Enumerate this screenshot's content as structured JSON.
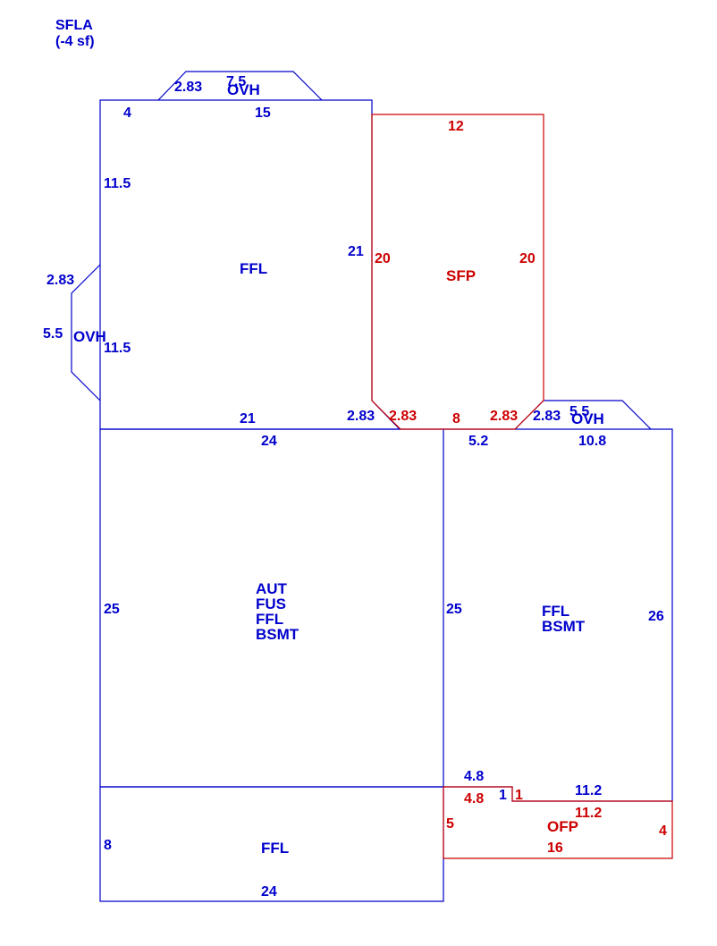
{
  "header": {
    "title": "SFLA",
    "subtitle": "(-4 sf)"
  },
  "colors": {
    "primary_line": "#0000cc",
    "secondary_line": "#cc0000"
  },
  "areas": {
    "ffl_upper": "FFL",
    "sfp": "SFP",
    "main_lines": [
      "AUT",
      "FUS",
      "FFL",
      "BSMT"
    ],
    "right_lines": [
      "FFL",
      "BSMT"
    ],
    "ffl_lower": "FFL",
    "ofp": "OFP",
    "ovh_top": "OVH",
    "ovh_left": "OVH",
    "ovh_right": "OVH"
  },
  "dimensions": {
    "ovh_top_diag": "2.83",
    "ovh_top_len": "7.5",
    "ffl_top_left": "4",
    "ffl_top": "15",
    "ffl_left_upper": "11.5",
    "ffl_left_lower": "11.5",
    "ovh_left_diag": "2.83",
    "ovh_left_len": "5.5",
    "ffl_right": "21",
    "ffl_bottom": "21",
    "ffl_bottom_right_diag": "2.83",
    "sfp_top": "12",
    "sfp_left": "20",
    "sfp_right": "20",
    "sfp_diag_left": "2.83",
    "sfp_bottom": "8",
    "sfp_diag_right": "2.83",
    "ovh_right_diag": "2.83",
    "ovh_right_len": "5.5",
    "main_top": "24",
    "main_left": "25",
    "main_right": "25",
    "right_top_left": "5.2",
    "right_top": "10.8",
    "right_right": "26",
    "right_bottom_left": "4.8",
    "right_step_blue": "1",
    "right_bottom": "11.2",
    "ofp_top_left": "4.8",
    "ofp_step": "1",
    "ofp_top": "11.2",
    "ofp_left": "5",
    "ofp_right": "4",
    "ofp_bottom": "16",
    "ffl_lower_left": "8",
    "ffl_lower_bottom": "24"
  }
}
